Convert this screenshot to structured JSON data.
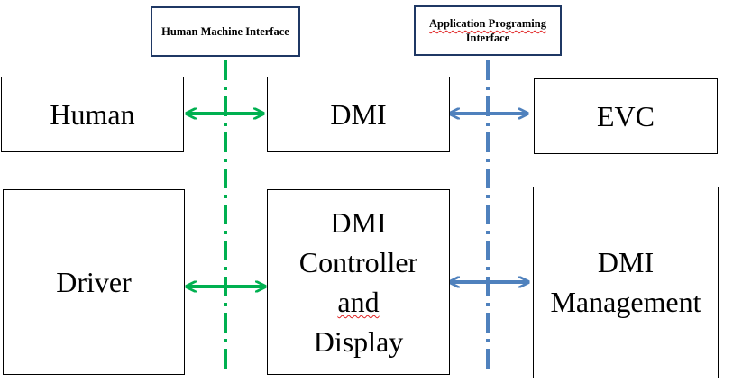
{
  "interfaces": {
    "hmi": "Human Machine Interface",
    "api_line1": "Application Programing",
    "api_line2": "Interface"
  },
  "boxes": {
    "human": "Human",
    "dmi": "DMI",
    "evc": "EVC",
    "driver": "Driver",
    "controller_line1": "DMI",
    "controller_line2": "Controller",
    "controller_line3": "and",
    "controller_line4": "Display",
    "management_line1": "DMI",
    "management_line2": "Management"
  },
  "colors": {
    "green": "#00b050",
    "blue": "#4f81bd",
    "label_border": "#1f3864"
  }
}
